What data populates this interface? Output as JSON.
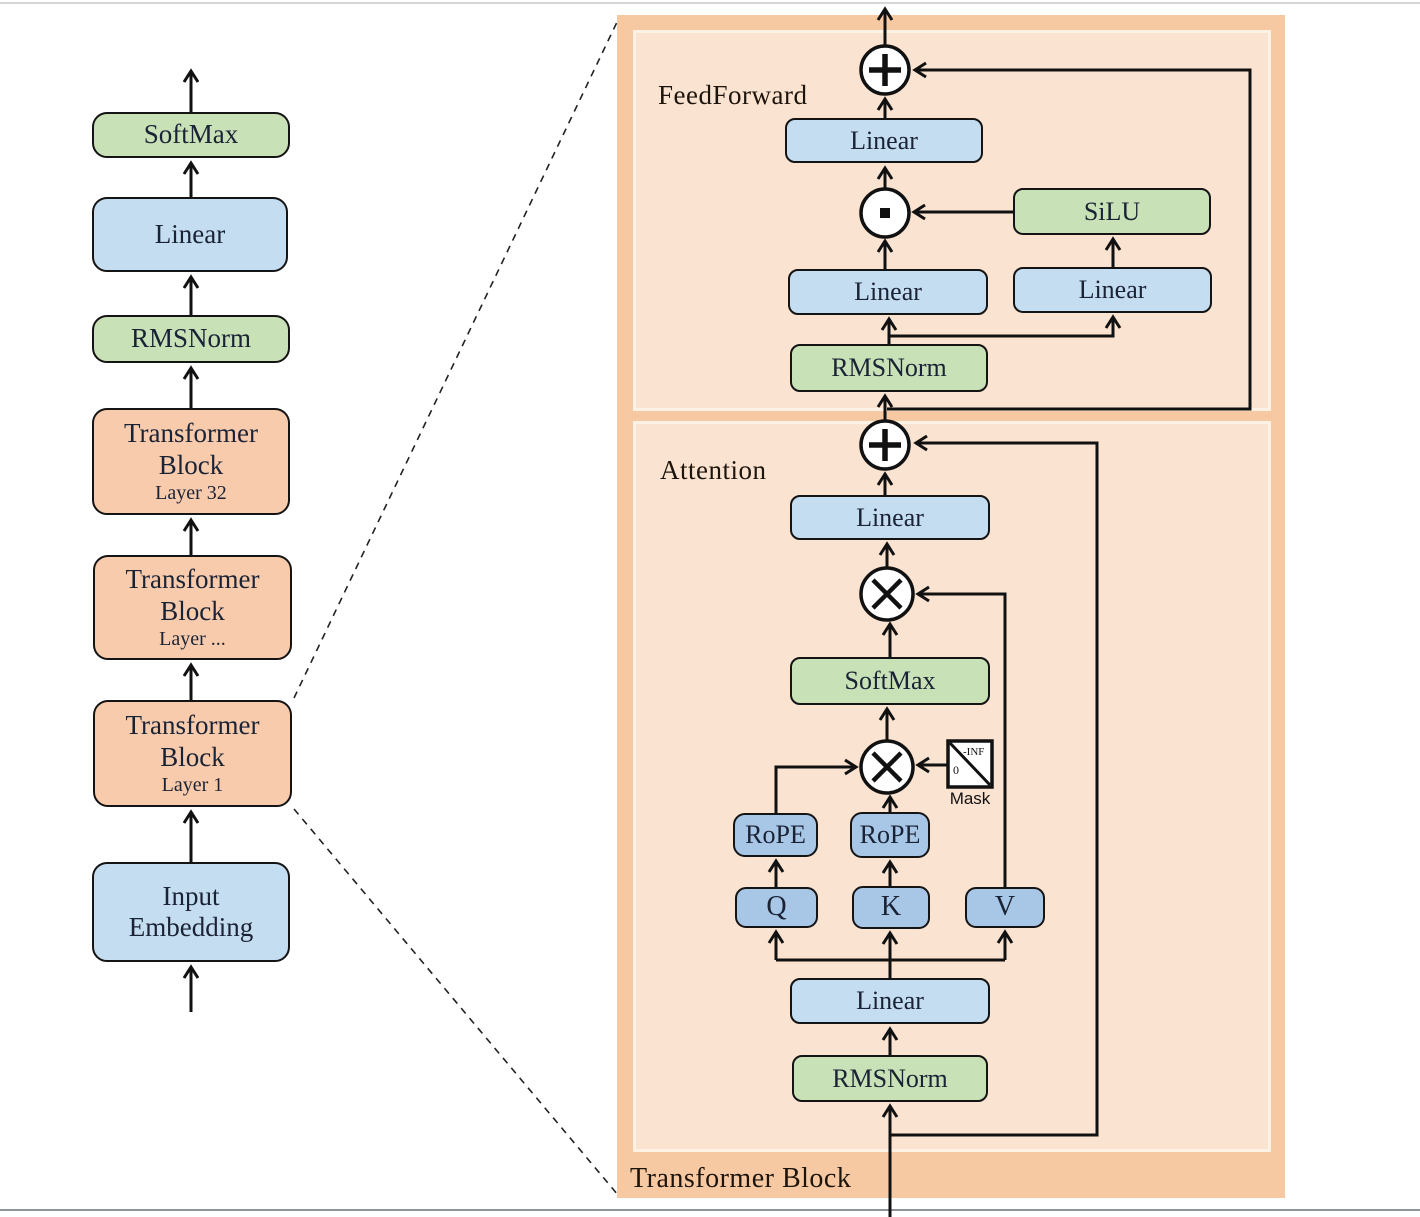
{
  "left_stack": [
    {
      "label": "SoftMax"
    },
    {
      "label": "Linear"
    },
    {
      "label": "RMSNorm"
    },
    {
      "line1": "Transformer",
      "line2": "Block",
      "sub": "Layer 32"
    },
    {
      "line1": "Transformer",
      "line2": "Block",
      "sub": "Layer ..."
    },
    {
      "line1": "Transformer",
      "line2": "Block",
      "sub": "Layer 1"
    },
    {
      "line1": "Input",
      "line2": "Embedding"
    }
  ],
  "panel": {
    "block_label": "Transformer Block",
    "feedforward": {
      "section_label": "FeedForward",
      "linear_out": "Linear",
      "silu": "SiLU",
      "linear_gate": "Linear",
      "linear_up": "Linear",
      "rmsnorm": "RMSNorm"
    },
    "attention": {
      "section_label": "Attention",
      "linear_out": "Linear",
      "softmax": "SoftMax",
      "mask_caption": "Mask",
      "mask_neg_inf": "-INF",
      "mask_zero": "0",
      "rope_q": "RoPE",
      "rope_k": "RoPE",
      "q": "Q",
      "k": "K",
      "v": "V",
      "linear_in": "Linear",
      "rmsnorm": "RMSNorm"
    }
  },
  "colors": {
    "green_block": "#c9e1b6",
    "blue_block": "#c5ddf1",
    "qkv_blue_block": "#a8c6e6",
    "orange_block": "#f8cbac",
    "panel_outer": "#f6c9a3",
    "panel_inner": "#fbe3d1",
    "line": "#111111"
  }
}
